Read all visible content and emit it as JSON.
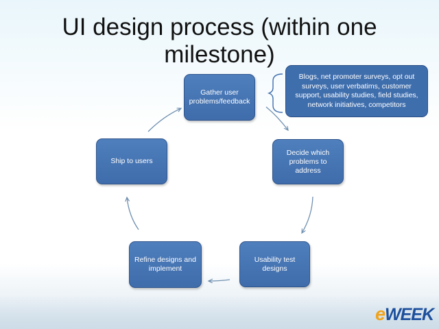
{
  "slide": {
    "title": "UI design process (within one milestone)"
  },
  "steps": {
    "gather": "Gather user problems/feedback",
    "decide": "Decide which problems to address",
    "usability": "Usability test designs",
    "refine": "Refine designs and implement",
    "ship": "Ship to users"
  },
  "callout": {
    "text": "Blogs, net promoter surveys, opt out surveys, user verbatims, customer support, usability studies, field studies, network initiatives, competitors"
  },
  "logo": {
    "e": "e",
    "rest": "WEEK"
  },
  "colors": {
    "box_fill": "#4a79b8",
    "box_border": "#2f558c",
    "arrow": "#6f8fb0",
    "logo_blue": "#1c4f9c",
    "logo_orange": "#f0a31a"
  }
}
